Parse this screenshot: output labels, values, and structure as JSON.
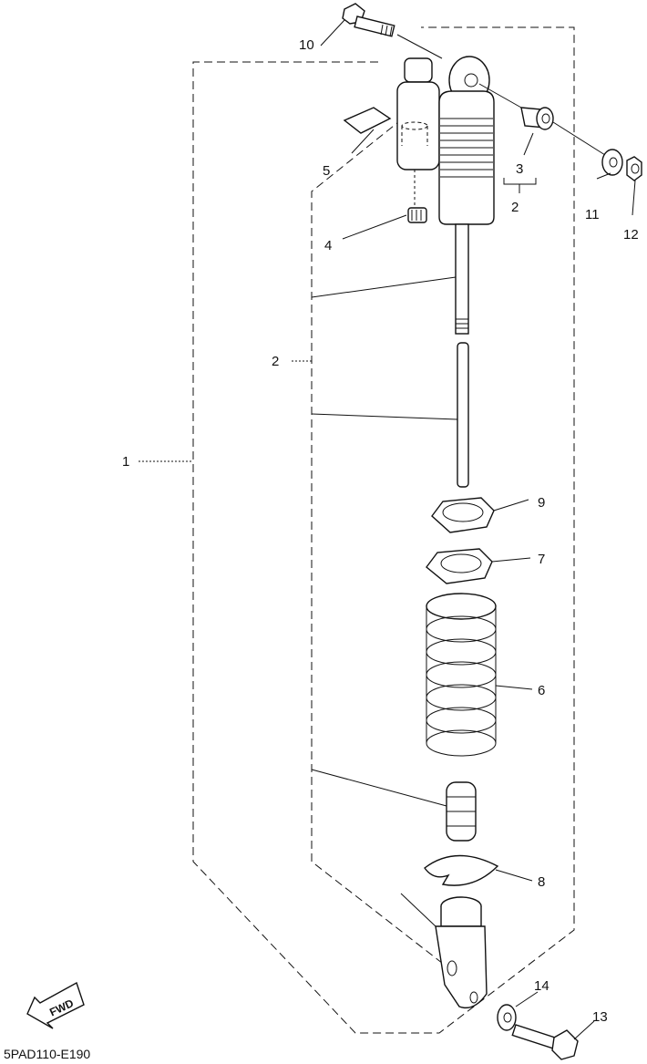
{
  "labels": {
    "p1": "1",
    "p2": "2",
    "p2b": "2",
    "p3": "3",
    "p4": "4",
    "p5": "5",
    "p6": "6",
    "p7": "7",
    "p8": "8",
    "p9": "9",
    "p10": "10",
    "p11": "11",
    "p12": "12",
    "p13": "13",
    "p14": "14"
  },
  "fwd_label": "FWD",
  "diagram_code": "5PAD110-E190"
}
